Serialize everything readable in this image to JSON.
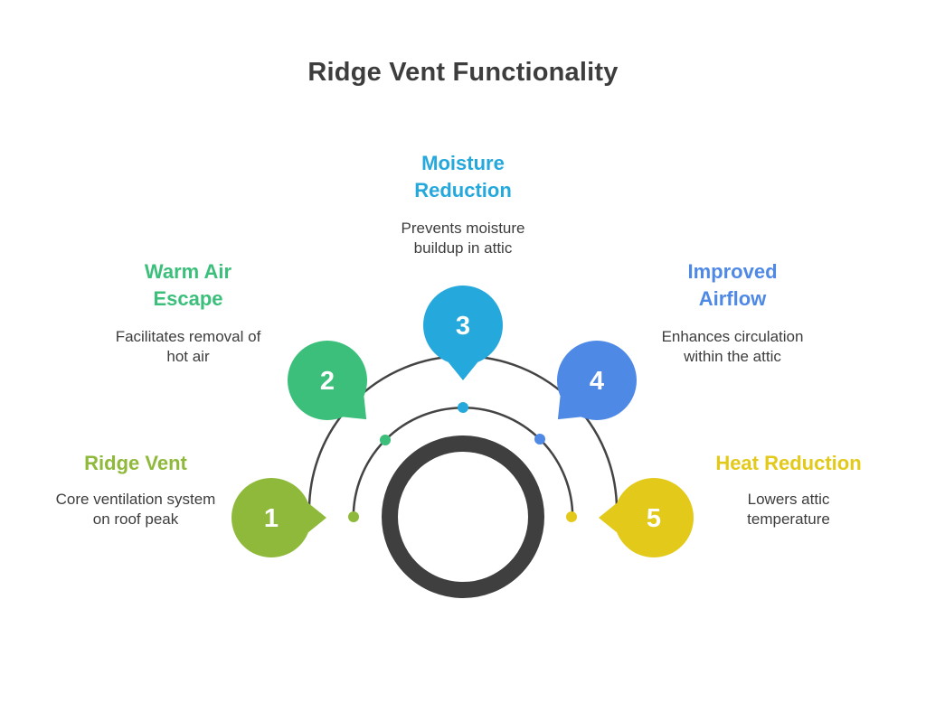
{
  "title": "Ridge Vent Functionality",
  "colors": {
    "ring": "#3f3f3f",
    "guide": "#444444",
    "text": "#3d3d3d"
  },
  "steps": [
    {
      "number": "1",
      "title": "Ridge Vent",
      "description": "Core ventilation system on roof peak",
      "color": "#8fb93a"
    },
    {
      "number": "2",
      "title": "Warm Air Escape",
      "description": "Facilitates removal of hot air",
      "color": "#3bbf7b"
    },
    {
      "number": "3",
      "title": "Moisture Reduction",
      "description": "Prevents moisture buildup in attic",
      "color": "#25a8dc"
    },
    {
      "number": "4",
      "title": "Improved Airflow",
      "description": "Enhances circulation within the attic",
      "color": "#4f89e6"
    },
    {
      "number": "5",
      "title": "Heat Reduction",
      "description": "Lowers attic temperature",
      "color": "#e2c91a"
    }
  ]
}
